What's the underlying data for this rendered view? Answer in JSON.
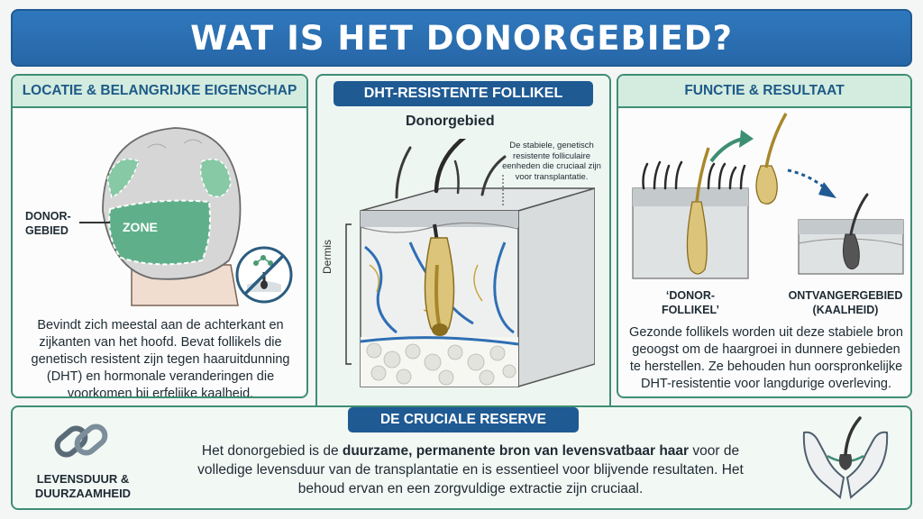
{
  "title": "WAT IS HET DONORGEBIED?",
  "left": {
    "header": "LOCATIE & BELANGRIJKE EIGENSCHAP",
    "label_line1": "DONOR-",
    "label_line2": "GEBIED",
    "zone": "ZONE",
    "description": "Bevindt zich meestal aan de achterkant en zijkanten van het hoofd. Bevat follikels die genetisch resistent zijn tegen haaruitdunning (DHT) en hormonale veranderingen die voorkomen bij erfelijke kaalheid."
  },
  "center": {
    "header": "DHT-RESISTENTE FOLLIKEL",
    "subtitle": "Donorgebied",
    "note": "De stabiele, genetisch resistente folliculaire eenheden die cruciaal zijn voor transplantatie.",
    "dermis": "Dermis",
    "footer_pill": "DE CRUCIALE RESERVE"
  },
  "right": {
    "header": "FUNCTIE & RESULTAAT",
    "donor_label_1": "‘DONOR-",
    "donor_label_2": "FOLLIKEL’",
    "recipient_label_1": "ONTVANGERGEBIED",
    "recipient_label_2": "(KAALHEID)",
    "description": "Gezonde follikels worden uit deze stabiele bron geoogst om de haargroei in dunnere gebieden te herstellen. Ze behouden hun oorspronkelijke DHT-resistentie voor langdurige overleving."
  },
  "bottom": {
    "left_label_1": "LEVENSDUUR &",
    "left_label_2": "DUURZAAMHEID",
    "text_pre": "Het donorgebied is de ",
    "text_bold": "duurzame, permanente bron van levensvatbaar haar",
    "text_post": " voor de volledige levensduur van de transplantatie en is essentieel voor blijvende resultaten. Het behoud ervan en een zorgvuldige extractie zijn cruciaal."
  },
  "colors": {
    "banner": "#2f78bd",
    "panel_border": "#3f8e74",
    "panel_header": "#d3ecdf",
    "pill": "#1f5a93",
    "follicle_gold": "#c9a640",
    "vessel_blue": "#2f6fb4"
  }
}
